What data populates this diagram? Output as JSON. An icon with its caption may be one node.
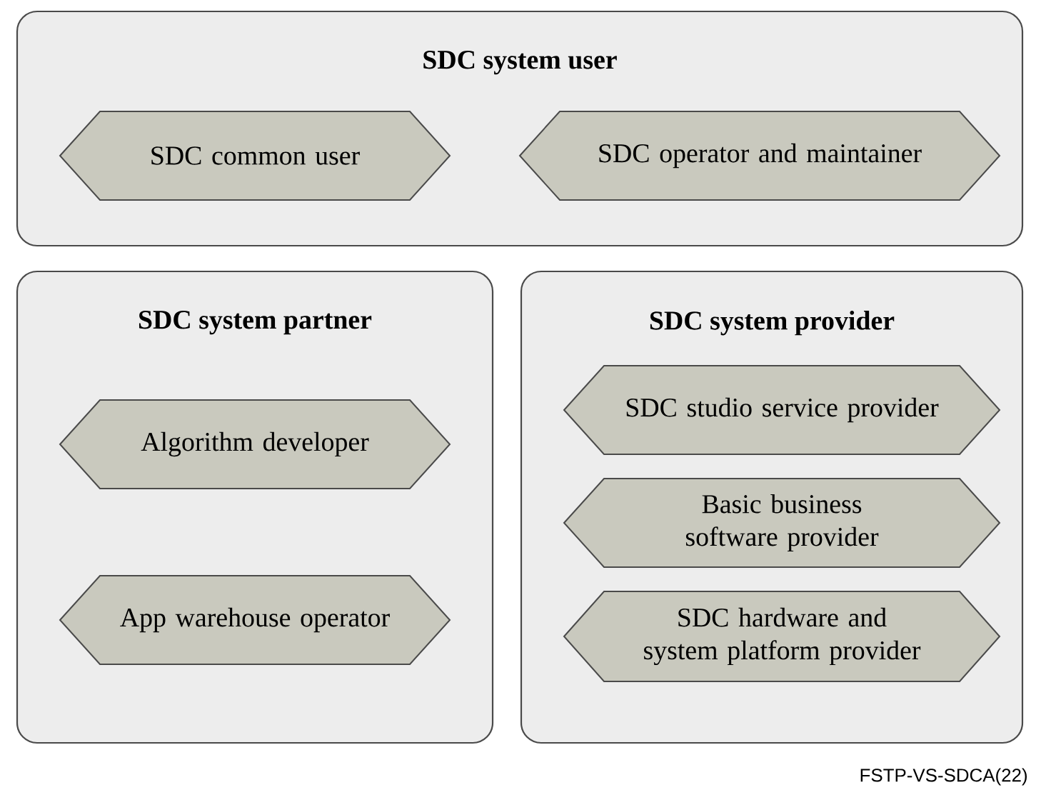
{
  "diagram": {
    "nodes": [
      {
        "text": [
          "SDC system user"
        ]
      },
      {
        "text": [
          "SDC common user"
        ],
        "in": 0
      },
      {
        "text": [
          "SDC operator and maintainer"
        ],
        "in": 0
      },
      {
        "text": [
          "SDC system partner"
        ]
      },
      {
        "text": [
          "Algorithm developer"
        ],
        "in": 3
      },
      {
        "text": [
          "App warehouse operator"
        ],
        "in": 3
      },
      {
        "text": [
          "SDC system provider"
        ]
      },
      {
        "text": [
          "SDC studio service provider"
        ],
        "in": 6
      },
      {
        "text": [
          "Basic business software provider"
        ],
        "in": 6
      },
      {
        "text": [
          "SDC hardware and system platform provider"
        ],
        "in": 6
      }
    ],
    "labels": [
      "FSTP-VS-SDCA(22)"
    ]
  }
}
